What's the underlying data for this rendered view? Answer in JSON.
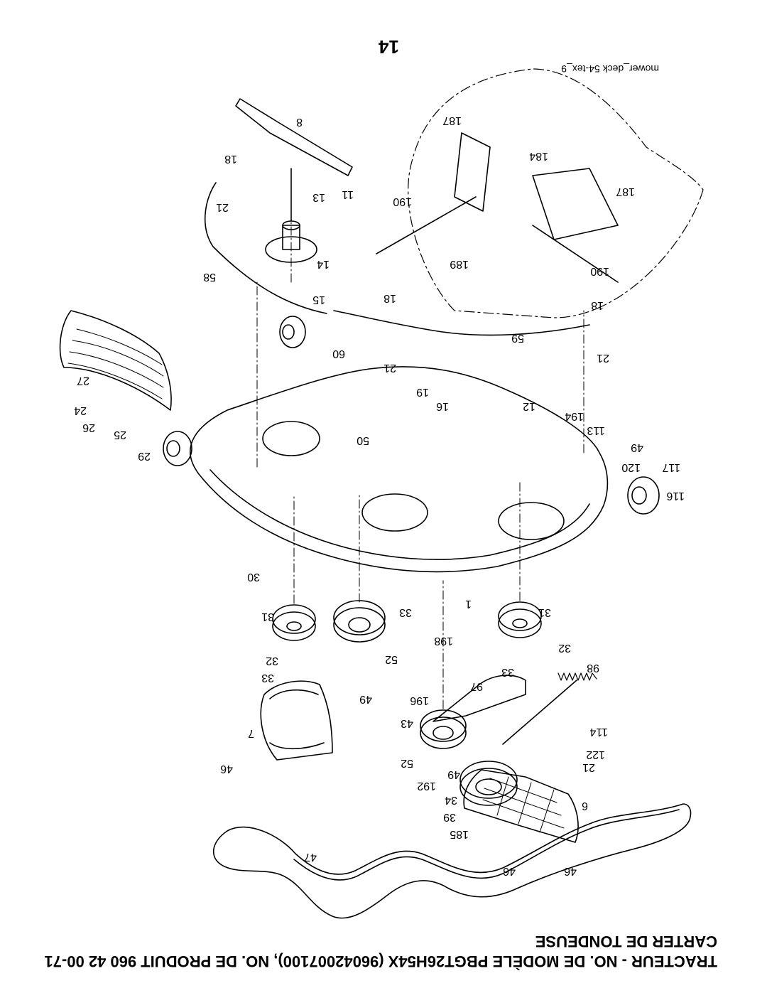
{
  "header": {
    "title_line1": "TRACTEUR - NO. DE MODÈLE PBGT26H54X (96042007100), NO. DE PRODUIT 960 42 00-71",
    "title_line2": "CARTER DE TONDEUSE"
  },
  "page_number": "14",
  "drawing_ref": "mower_deck 54-tex_9",
  "callouts": [
    {
      "id": "c1",
      "text": "1"
    },
    {
      "id": "c6",
      "text": "6"
    },
    {
      "id": "c7",
      "text": "7"
    },
    {
      "id": "c8",
      "text": "8"
    },
    {
      "id": "c11",
      "text": "11"
    },
    {
      "id": "c12",
      "text": "12"
    },
    {
      "id": "c13",
      "text": "13"
    },
    {
      "id": "c14",
      "text": "14"
    },
    {
      "id": "c15",
      "text": "15"
    },
    {
      "id": "c16",
      "text": "16"
    },
    {
      "id": "c18a",
      "text": "18"
    },
    {
      "id": "c18b",
      "text": "18"
    },
    {
      "id": "c18c",
      "text": "18"
    },
    {
      "id": "c19",
      "text": "19"
    },
    {
      "id": "c21a",
      "text": "21"
    },
    {
      "id": "c21b",
      "text": "21"
    },
    {
      "id": "c21c",
      "text": "21"
    },
    {
      "id": "c21d",
      "text": "21"
    },
    {
      "id": "c24",
      "text": "24"
    },
    {
      "id": "c25",
      "text": "25"
    },
    {
      "id": "c26",
      "text": "26"
    },
    {
      "id": "c27",
      "text": "27"
    },
    {
      "id": "c29",
      "text": "29"
    },
    {
      "id": "c30",
      "text": "30"
    },
    {
      "id": "c31a",
      "text": "31"
    },
    {
      "id": "c31b",
      "text": "31"
    },
    {
      "id": "c32a",
      "text": "32"
    },
    {
      "id": "c32b",
      "text": "32"
    },
    {
      "id": "c33a",
      "text": "33"
    },
    {
      "id": "c33b",
      "text": "33"
    },
    {
      "id": "c33c",
      "text": "33"
    },
    {
      "id": "c34",
      "text": "34"
    },
    {
      "id": "c39",
      "text": "39"
    },
    {
      "id": "c43",
      "text": "43"
    },
    {
      "id": "c46a",
      "text": "46"
    },
    {
      "id": "c46b",
      "text": "46"
    },
    {
      "id": "c46c",
      "text": "46"
    },
    {
      "id": "c47",
      "text": "47"
    },
    {
      "id": "c49a",
      "text": "49"
    },
    {
      "id": "c49b",
      "text": "49"
    },
    {
      "id": "c49c",
      "text": "49"
    },
    {
      "id": "c50",
      "text": "50"
    },
    {
      "id": "c52a",
      "text": "52"
    },
    {
      "id": "c52b",
      "text": "52"
    },
    {
      "id": "c58",
      "text": "58"
    },
    {
      "id": "c59",
      "text": "59"
    },
    {
      "id": "c60",
      "text": "60"
    },
    {
      "id": "c97",
      "text": "97"
    },
    {
      "id": "c98",
      "text": "98"
    },
    {
      "id": "c113",
      "text": "113"
    },
    {
      "id": "c114",
      "text": "114"
    },
    {
      "id": "c116",
      "text": "116"
    },
    {
      "id": "c117",
      "text": "117"
    },
    {
      "id": "c120",
      "text": "120"
    },
    {
      "id": "c122",
      "text": "122"
    },
    {
      "id": "c184",
      "text": "184"
    },
    {
      "id": "c185",
      "text": "185"
    },
    {
      "id": "c187a",
      "text": "187"
    },
    {
      "id": "c187b",
      "text": "187"
    },
    {
      "id": "c189",
      "text": "189"
    },
    {
      "id": "c190a",
      "text": "190"
    },
    {
      "id": "c190b",
      "text": "190"
    },
    {
      "id": "c192",
      "text": "192"
    },
    {
      "id": "c194",
      "text": "194"
    },
    {
      "id": "c196",
      "text": "196"
    },
    {
      "id": "c198",
      "text": "198"
    }
  ]
}
